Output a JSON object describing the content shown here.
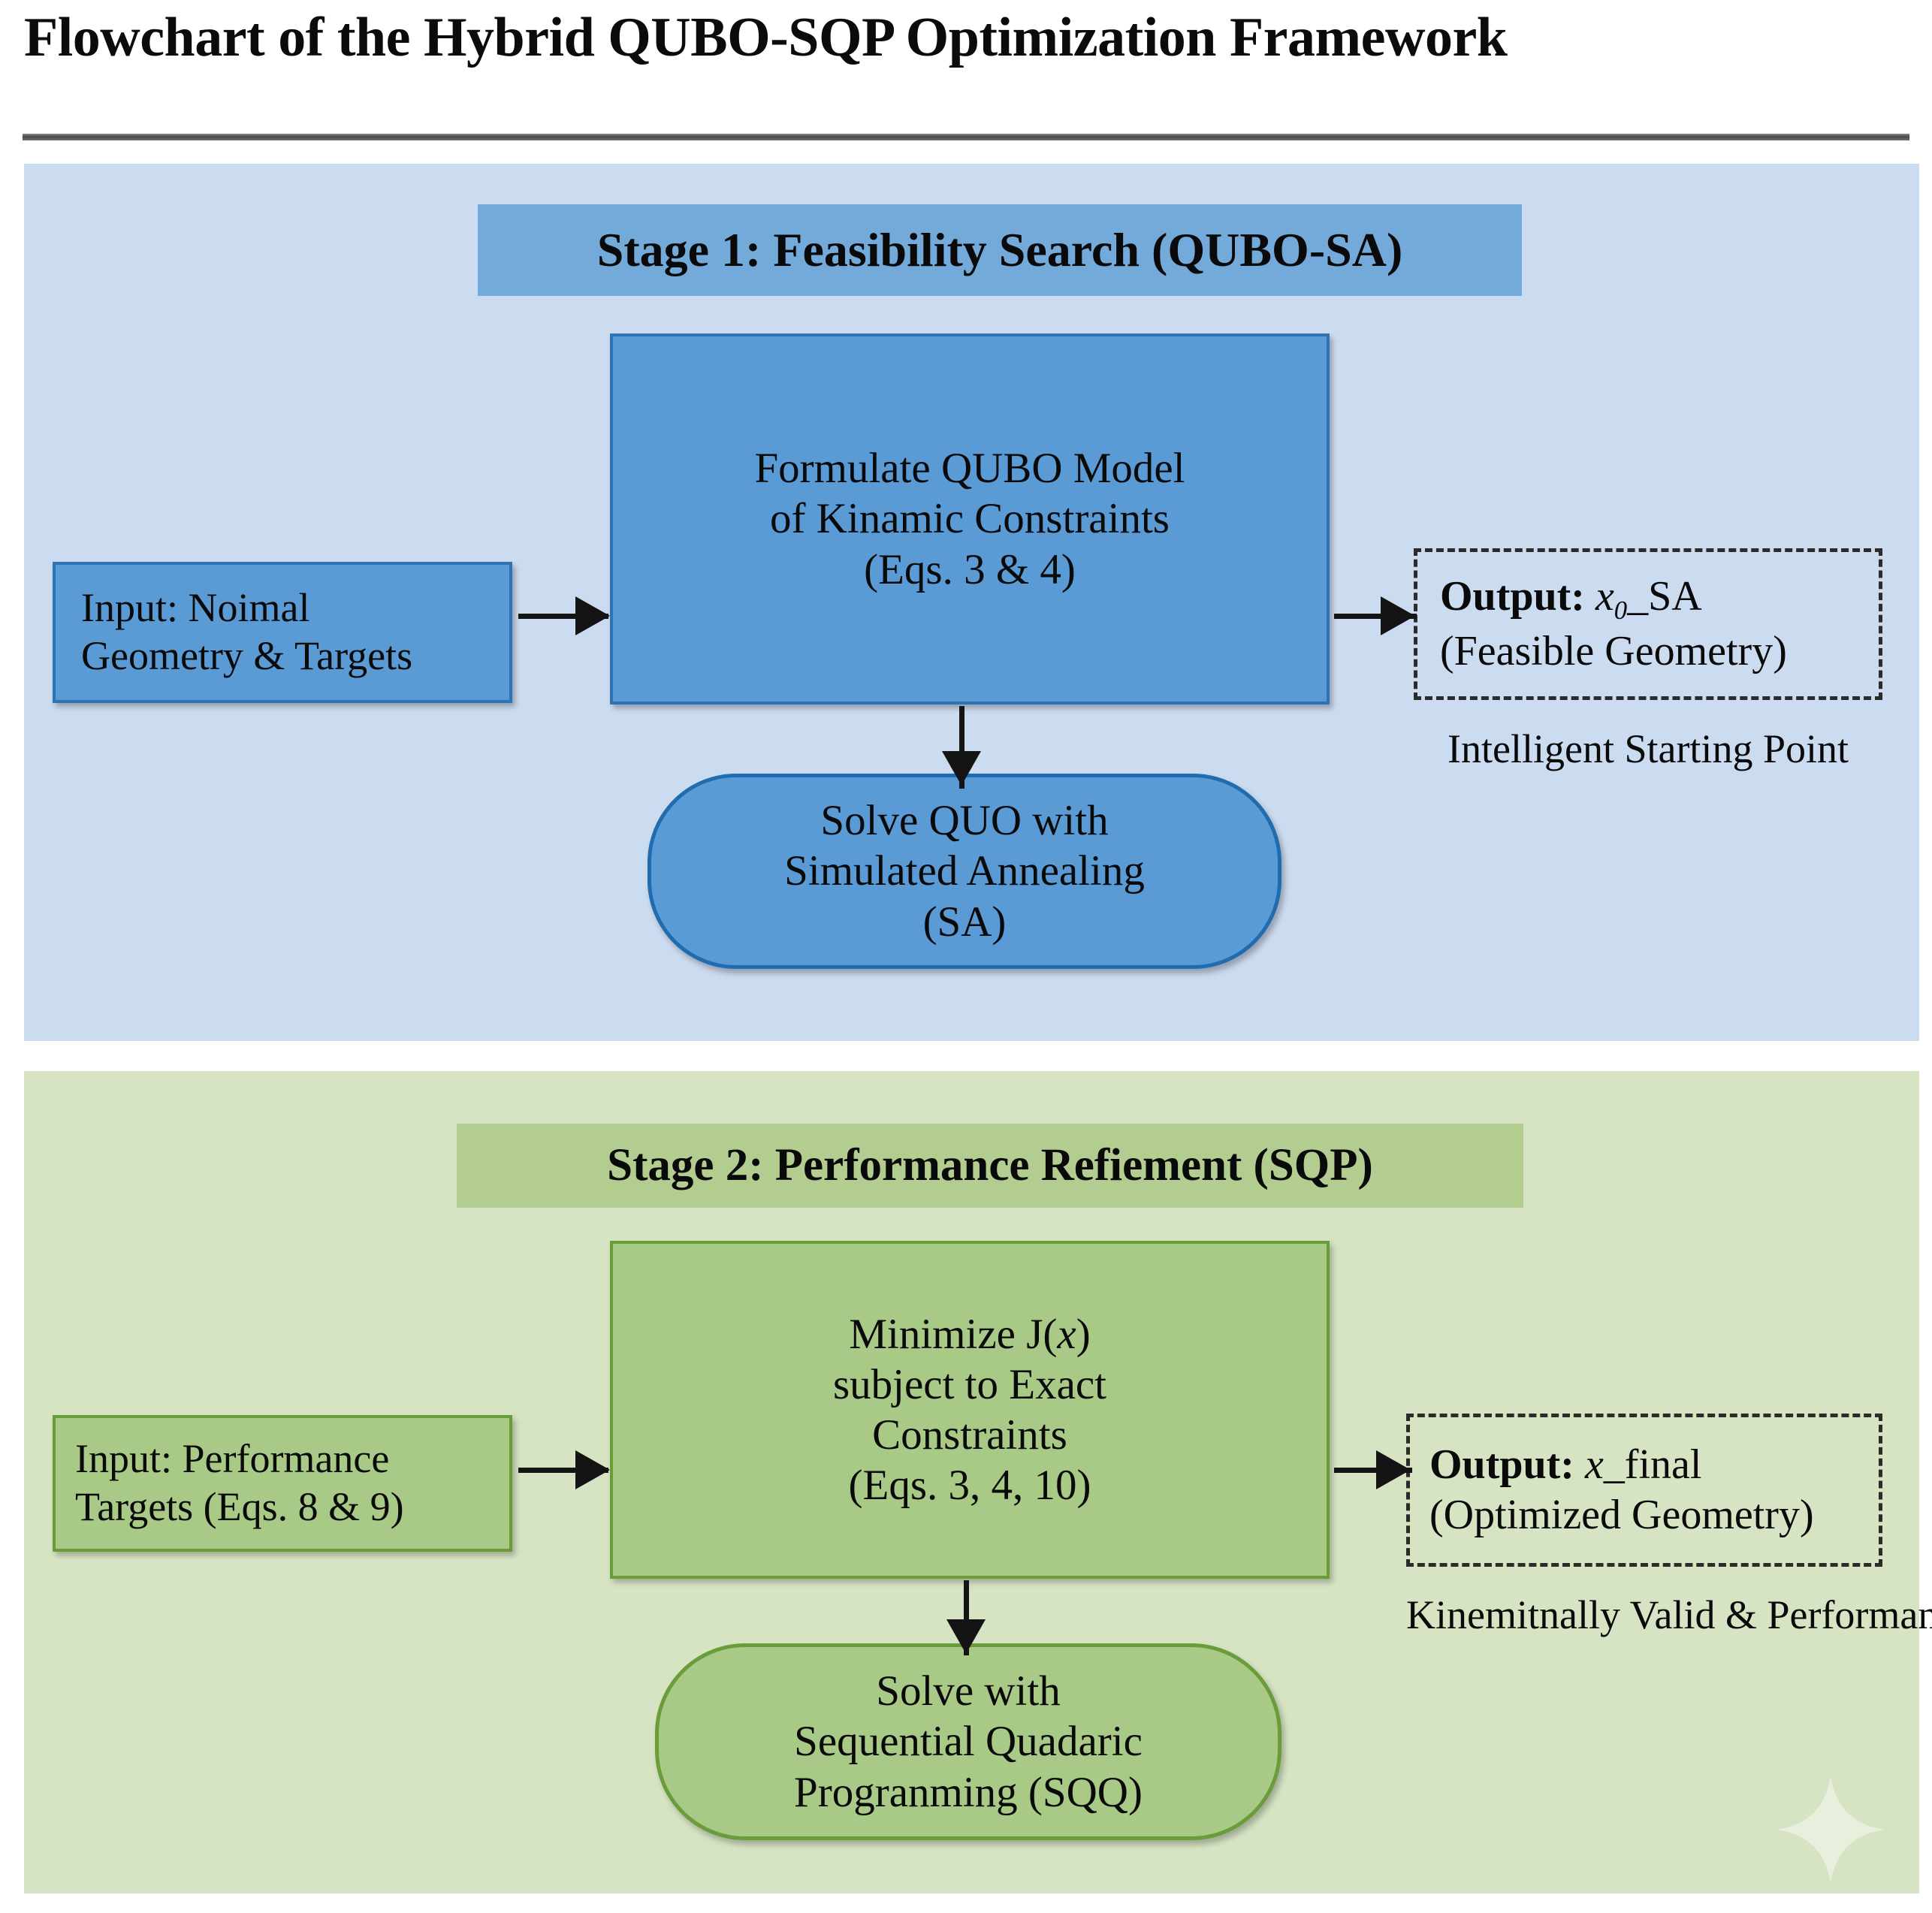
{
  "title": "Flowchart of the Hybrid QUBO-SQP Optimization Framework",
  "stage1": {
    "band_label": "Stage 1: Feasibility Search (QUBO-SA)",
    "input": {
      "line1": "Input: Noimal",
      "line2": "Geometry & Targets"
    },
    "process": {
      "line1": "Formulate QUBO Model",
      "line2": "of Kinamic Constraints",
      "line3": "(Eqs. 3 & 4)"
    },
    "solver": {
      "line1": "Solve QUO with",
      "line2": "Simulated Annealing",
      "line3": "(SA)"
    },
    "output": {
      "label": "Output:",
      "var": "x",
      "var_sub": "0",
      "var_tail": "_SA",
      "line2": "(Feasible Geometry)"
    },
    "caption": "Intelligent Starting Point"
  },
  "stage2": {
    "band_label": "Stage 2: Performance Refiement (SQP)",
    "input": {
      "line1": "Input: Performance",
      "line2": "Targets (Eqs. 8 & 9)"
    },
    "process": {
      "line1_pre": "Minimize J(",
      "line1_var": "x",
      "line1_post": ")",
      "line2": "subject to Exact",
      "line3": "Constraints",
      "line4": "(Eqs. 3, 4, 10)"
    },
    "solver": {
      "line1": "Solve with",
      "line2": "Sequential Quadaric",
      "line3": "Progranming (SQQ)"
    },
    "output": {
      "label": "Output:",
      "var": "x",
      "var_tail": "_final",
      "line2": "(Optimized Geometry)"
    },
    "caption_line1": "Kinemitnally Valid &",
    "caption_line2": "Performance Optimized"
  },
  "colors": {
    "panel_blue": "#ccdcf0",
    "panel_green": "#d6e4c4",
    "node_blue": "#5b9bd5",
    "node_blue_border": "#2e74b5",
    "node_green": "#a9c987",
    "node_green_border": "#6a9d3a",
    "band_blue": "#73aada",
    "band_green": "#b3cd90",
    "arrow": "#141414"
  },
  "watermark": "sparkle-icon"
}
